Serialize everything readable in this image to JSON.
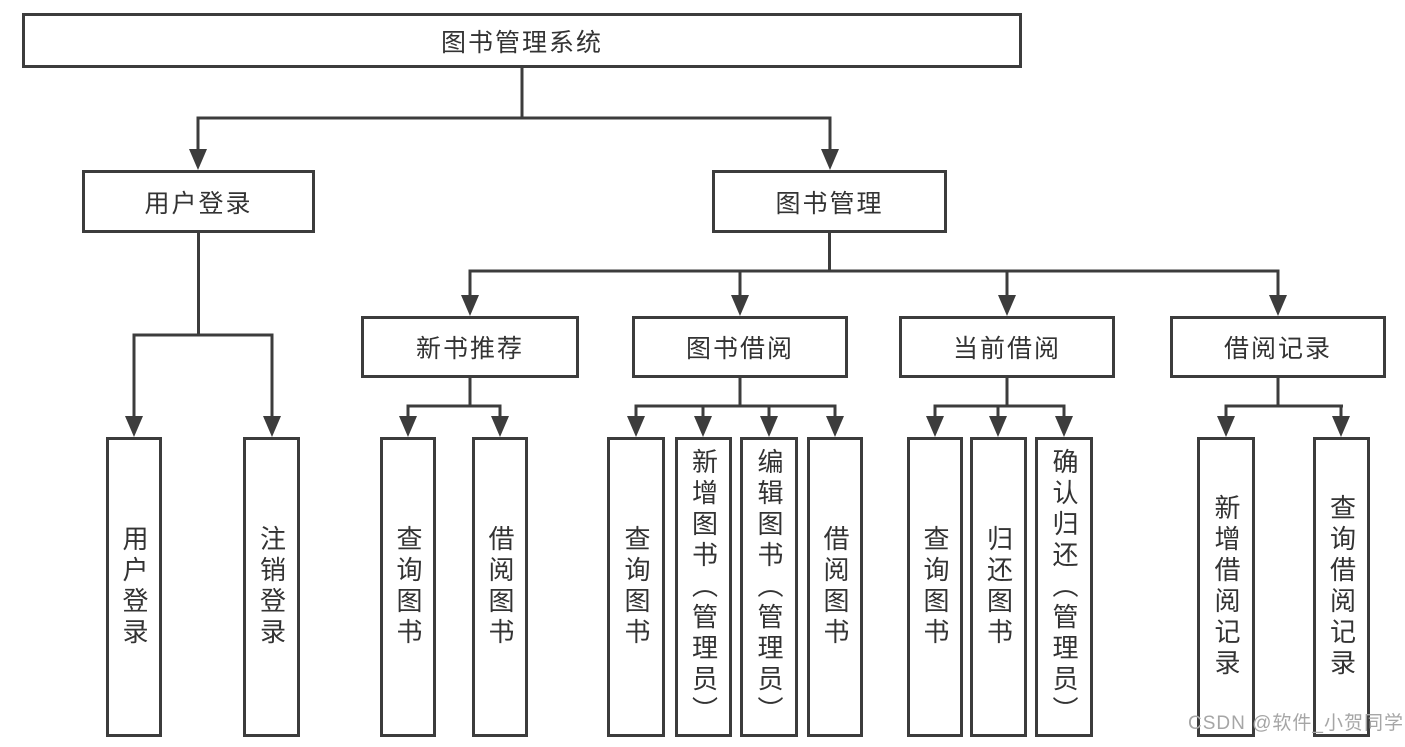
{
  "diagram": {
    "root": "图书管理系统",
    "level1": {
      "user_login": "用户登录",
      "book_mgmt": "图书管理"
    },
    "level2": {
      "new_book": "新书推荐",
      "borrow": "图书借阅",
      "current": "当前借阅",
      "records": "借阅记录"
    },
    "leaves": {
      "user_login": "用户登录",
      "logout": "注销登录",
      "nb_query": "查询图书",
      "nb_borrow": "借阅图书",
      "bw_query": "查询图书",
      "bw_add": "新增图书（管理员）",
      "bw_edit": "编辑图书（管理员）",
      "bw_borrow": "借阅图书",
      "cur_query": "查询图书",
      "cur_return": "归还图书",
      "cur_confirm": "确认归还（管理员）",
      "rec_add": "新增借阅记录",
      "rec_query": "查询借阅记录"
    }
  },
  "watermark": "CSDN @软件_小贺同学",
  "colors": {
    "line": "#3c3c3c",
    "text": "#333333",
    "watermark": "#a6a6a6",
    "background": "#ffffff"
  }
}
